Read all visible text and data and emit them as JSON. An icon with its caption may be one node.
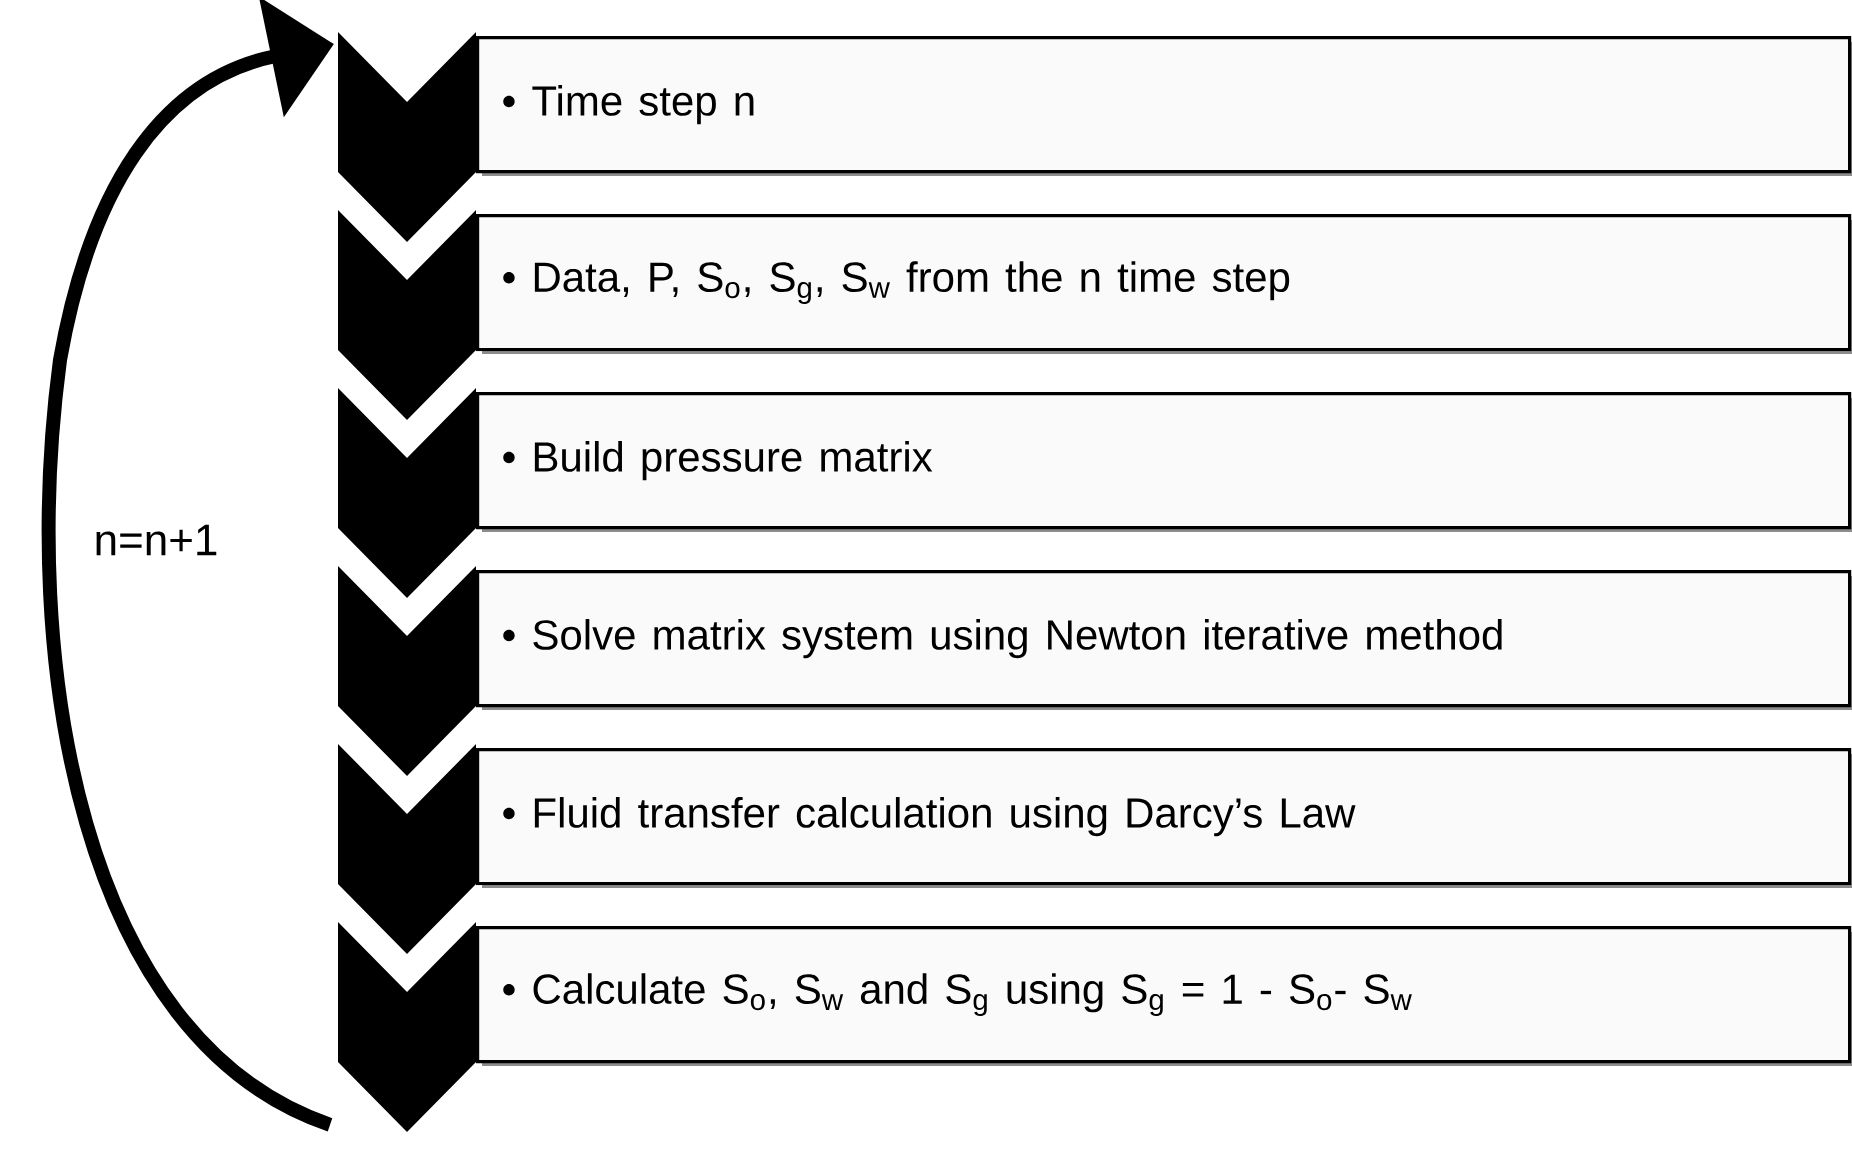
{
  "diagram": {
    "nodes": [
      {
        "text": [
          "• Time step n"
        ]
      },
      {
        "text": [
          "• Data, P, S$_{o}$, S$_{g}$, S$_{w}$ from the n time step"
        ]
      },
      {
        "text": [
          "• Build pressure matrix"
        ]
      },
      {
        "text": [
          "• Solve matrix system using Newton iterative method"
        ]
      },
      {
        "text": [
          "• Fluid transfer calculation using Darcy’s Law"
        ]
      },
      {
        "text": [
          "• Calculate S$_{o}$, S$_{w}$ and S$_{g}$ using S$_{g}$ = 1 - S$_{o}$- S$_{w}$"
        ]
      },
      {
        "text": [],
        "shape": "chevron"
      },
      {
        "text": [],
        "shape": "chevron"
      },
      {
        "text": [],
        "shape": "chevron"
      },
      {
        "text": [],
        "shape": "chevron"
      },
      {
        "text": [],
        "shape": "chevron"
      },
      {
        "text": [],
        "shape": "chevron"
      }
    ],
    "edges": [
      {
        "from": 11,
        "to": 6,
        "arrow": "to",
        "label": "n=n+1"
      }
    ]
  }
}
